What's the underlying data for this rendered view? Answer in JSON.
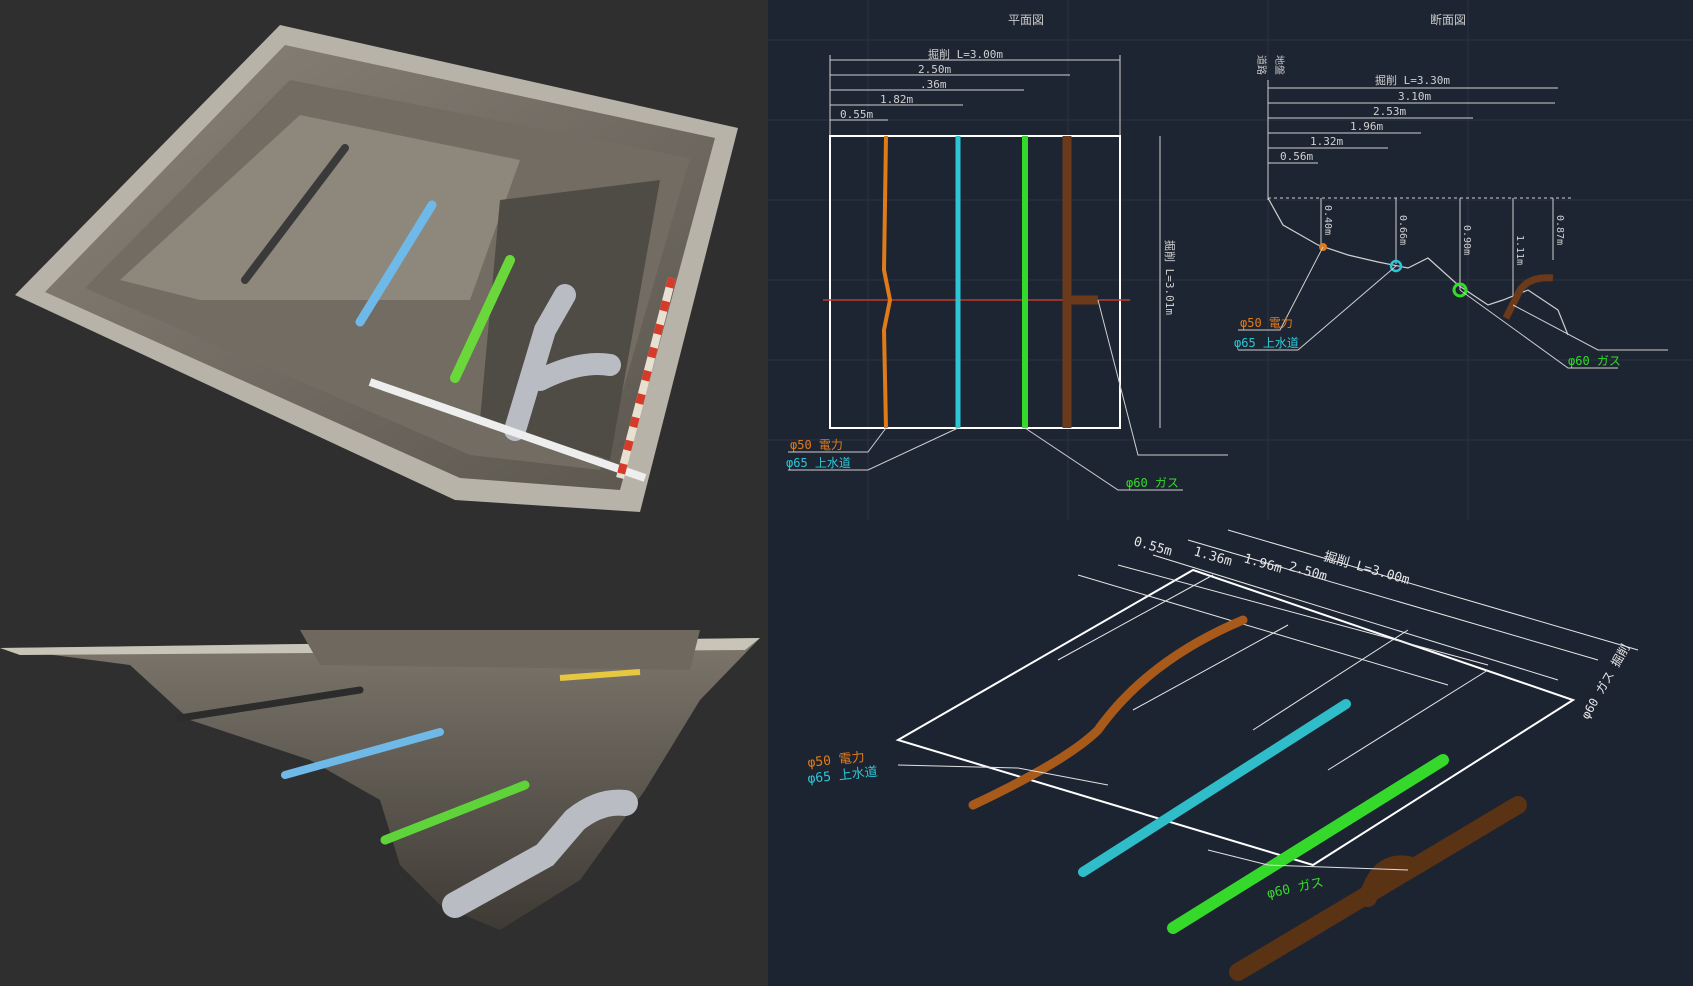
{
  "plan_view": {
    "title": "平面図",
    "dim_excavation": "掘削 L=3.00m",
    "dim_2": "2.50m",
    "dim_3": ".36m",
    "dim_4": "1.82m",
    "dim_5": "0.55m",
    "dim_height": "掘削 L=3.01m",
    "label_power": "φ50 電力",
    "label_water": "φ65 上水道",
    "label_gas": "φ60 ガス"
  },
  "section_view": {
    "title": "断面図",
    "vertical_label_1": "道路",
    "vertical_label_2": "地盤",
    "dim_excavation": "掘削 L=3.30m",
    "dim_2": "3.10m",
    "dim_3": "2.53m",
    "dim_4": "1.96m",
    "dim_5": "1.32m",
    "dim_6": "0.56m",
    "depth_1": "0.40m",
    "depth_2": "0.66m",
    "depth_3": "0.90m",
    "depth_4": "1.11m",
    "depth_5": "0.87m",
    "label_power": "φ50 電力",
    "label_water": "φ65 上水道",
    "label_gas": "φ60 ガス"
  },
  "perspective_view": {
    "dim_excavation": "掘削 L=3.00m",
    "dim_2": "2.50m",
    "dim_3": "1.96m",
    "dim_4": "1.36m",
    "dim_5": "0.55m",
    "label_power": "φ50 電力",
    "label_water": "φ65 上水道",
    "label_gas": "φ60 ガス",
    "label_side": "φ60 ガス 掘削"
  },
  "colors": {
    "power": "#e07b1a",
    "water": "#2cc6d6",
    "gas": "#34d92b",
    "sewer": "#6b3a1a"
  }
}
